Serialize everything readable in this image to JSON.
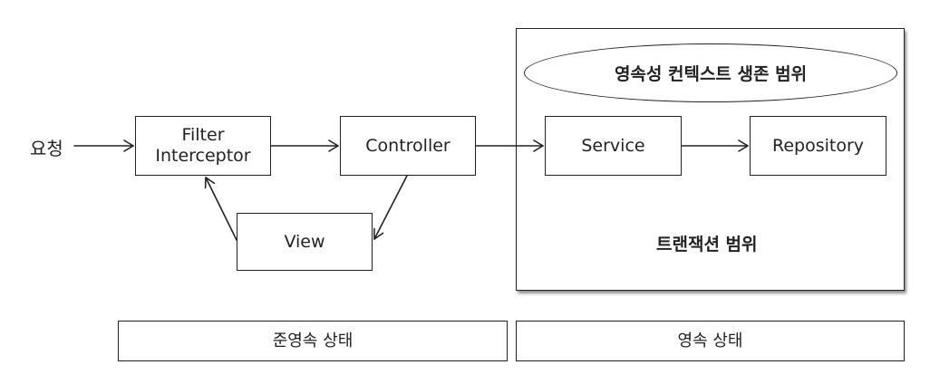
{
  "request_label": "요청",
  "nodes": {
    "filter": {
      "line1": "Filter",
      "line2": "Interceptor"
    },
    "controller": "Controller",
    "view": "View",
    "service": "Service",
    "repository": "Repository"
  },
  "transaction_scope_label": "트랜잭션 범위",
  "persistence_context_label": "영속성 컨텍스트 생존 범위",
  "states": {
    "semi_persistent": "준영속 상태",
    "persistent": "영속 상태"
  }
}
